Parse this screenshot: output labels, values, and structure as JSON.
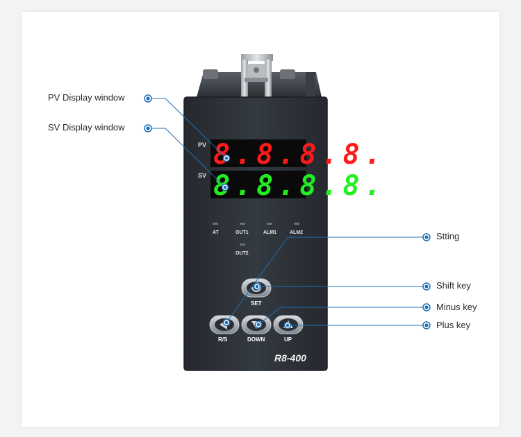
{
  "callouts": {
    "pv_display": "PV Display window",
    "sv_display": "SV Display window",
    "setting": "Stting",
    "shift_key": "Shift key",
    "minus_key": "Minus key",
    "plus_key": "Plus key"
  },
  "device": {
    "pv_label": "PV",
    "sv_label": "SV",
    "pv_digits": "8.8.8.8.",
    "sv_digits": "8.8.8.8.",
    "indicators": {
      "at": "AT",
      "out1": "OUT1",
      "alm1": "ALM1",
      "alm2": "ALM2",
      "out2": "OUT2"
    },
    "keys": {
      "set": "SET",
      "rs": "R/S",
      "down": "DOWN",
      "up": "UP"
    },
    "model": "R8-400"
  },
  "colors": {
    "callout_line": "#1f6fb5",
    "pv_digits": "#ff1a1a",
    "sv_digits": "#22ee22",
    "panel": "#2f3339",
    "background": "#f3f3f3"
  }
}
